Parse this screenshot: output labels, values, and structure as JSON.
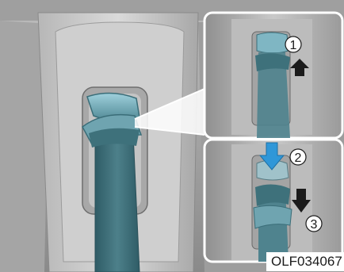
{
  "figure": {
    "step_labels": [
      {
        "text": "1"
      },
      {
        "text": "2"
      },
      {
        "text": "3"
      }
    ],
    "code": "OLF034067"
  },
  "colors": {
    "belt": "#3f6f79",
    "belt_light": "#8fc3d0",
    "trim_light": "#d3d3d3",
    "trim_dark": "#6c6c6c",
    "arrow_blue": "#2f97d8",
    "arrow_black": "#1b1b1b"
  },
  "icons": [
    "up-arrow-icon",
    "down-arrow-icon"
  ]
}
